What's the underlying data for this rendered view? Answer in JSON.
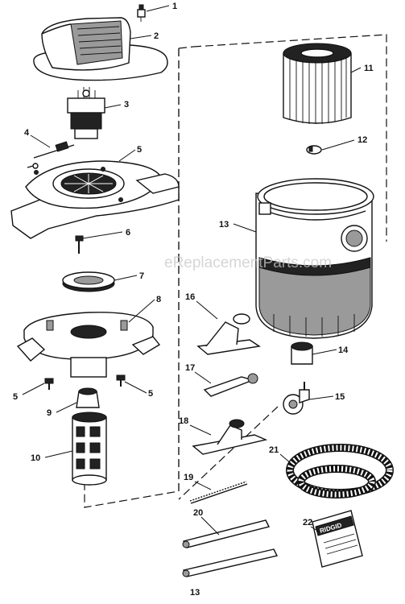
{
  "parts": [
    {
      "id": "part-1",
      "label": "1"
    },
    {
      "id": "part-2",
      "label": "2"
    },
    {
      "id": "part-3",
      "label": "3"
    },
    {
      "id": "part-4",
      "label": "4"
    },
    {
      "id": "part-5a",
      "label": "5"
    },
    {
      "id": "part-6",
      "label": "6"
    },
    {
      "id": "part-7",
      "label": "7"
    },
    {
      "id": "part-8",
      "label": "8"
    },
    {
      "id": "part-5b",
      "label": "5"
    },
    {
      "id": "part-5c",
      "label": "5"
    },
    {
      "id": "part-9",
      "label": "9"
    },
    {
      "id": "part-10",
      "label": "10"
    },
    {
      "id": "part-11",
      "label": "11"
    },
    {
      "id": "part-12",
      "label": "12"
    },
    {
      "id": "part-13",
      "label": "13"
    },
    {
      "id": "part-14",
      "label": "14"
    },
    {
      "id": "part-15",
      "label": "15"
    },
    {
      "id": "part-16",
      "label": "16"
    },
    {
      "id": "part-17",
      "label": "17"
    },
    {
      "id": "part-18",
      "label": "18"
    },
    {
      "id": "part-19",
      "label": "19"
    },
    {
      "id": "part-20",
      "label": "20"
    },
    {
      "id": "part-21",
      "label": "21"
    },
    {
      "id": "part-22",
      "label": "22"
    }
  ],
  "page_number": "13",
  "watermark": "eReplacementParts.com",
  "booklet_brand": "RIDGID"
}
